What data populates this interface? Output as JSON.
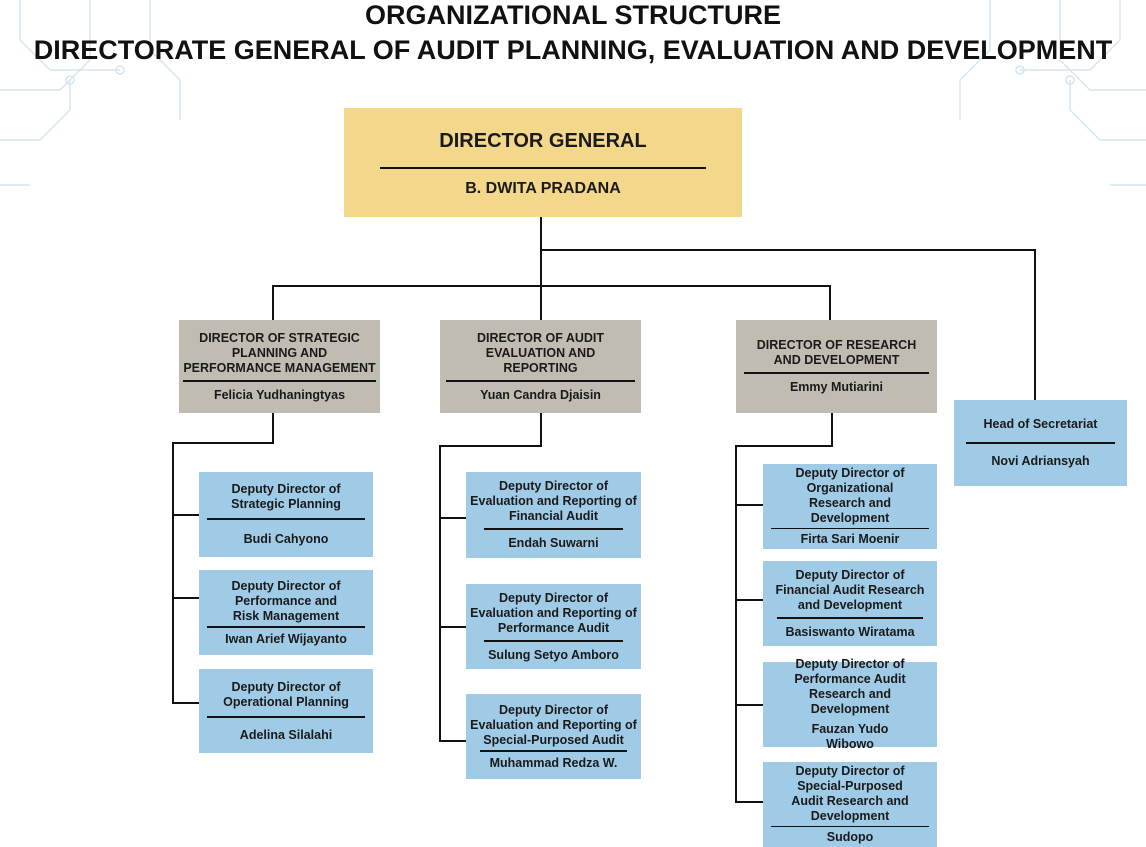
{
  "title": {
    "line1": "ORGANIZATIONAL STRUCTURE",
    "line2": "DIRECTORATE GENERAL OF AUDIT PLANNING, EVALUATION AND DEVELOPMENT"
  },
  "director_general": {
    "role": "DIRECTOR GENERAL",
    "name": "B. DWITA PRADANA"
  },
  "directors": [
    {
      "role": "DIRECTOR OF STRATEGIC PLANNING AND PERFORMANCE MANAGEMENT",
      "name": "Felicia Yudhaningtyas"
    },
    {
      "role": "DIRECTOR OF AUDIT EVALUATION AND REPORTING",
      "name": "Yuan Candra Djaisin"
    },
    {
      "role": "DIRECTOR OF RESEARCH AND DEVELOPMENT",
      "name": "Emmy Mutiarini"
    }
  ],
  "secretariat": {
    "role": "Head of Secretariat",
    "name": "Novi Adriansyah"
  },
  "deputies": [
    [
      {
        "role": "Deputy Director of Strategic Planning",
        "name": "Budi Cahyono"
      },
      {
        "role": "Deputy Director of Performance and Risk Management",
        "name": "Iwan Arief Wijayanto"
      },
      {
        "role": "Deputy Director of Operational Planning",
        "name": "Adelina Silalahi"
      }
    ],
    [
      {
        "role": "Deputy Director of Evaluation and Reporting of Financial Audit",
        "name": "Endah Suwarni"
      },
      {
        "role": "Deputy Director of Evaluation and Reporting of Performance Audit",
        "name": "Sulung Setyo Amboro"
      },
      {
        "role": "Deputy Director of Evaluation and Reporting of Special-Purposed Audit",
        "name": "Muhammad Redza W."
      }
    ],
    [
      {
        "role": "Deputy Director of Organizational Research and Development",
        "name": "Firta Sari Moenir"
      },
      {
        "role": "Deputy Director of Financial Audit Research and Development",
        "name": "Basiswanto Wiratama"
      },
      {
        "role": "Deputy Director of Performance Audit Research and Development",
        "name": "Fauzan Yudo Wibowo"
      },
      {
        "role": "Deputy Director of Special-Purposed Audit Research and Development",
        "name": "Sudopo"
      }
    ]
  ]
}
